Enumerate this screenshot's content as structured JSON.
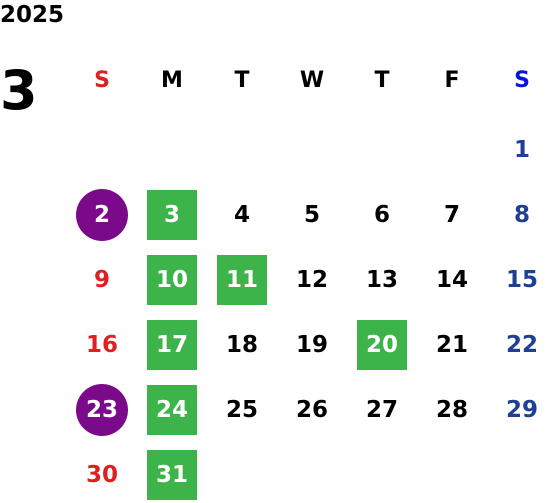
{
  "calendar": {
    "year": "2025",
    "month": "3",
    "weekdays": [
      "S",
      "M",
      "T",
      "W",
      "T",
      "F",
      "S"
    ],
    "colors": {
      "sunday_text": "#e02020",
      "saturday_text": "#1f3f93",
      "weekday_text": "#000000",
      "highlight_green": "#3cb44a",
      "highlight_purple": "#7b0a8a",
      "highlight_text": "#ffffff"
    },
    "weeks": [
      [
        null,
        null,
        null,
        null,
        null,
        null,
        {
          "day": "1",
          "mark": "none"
        }
      ],
      [
        {
          "day": "2",
          "mark": "circle"
        },
        {
          "day": "3",
          "mark": "square"
        },
        {
          "day": "4",
          "mark": "none"
        },
        {
          "day": "5",
          "mark": "none"
        },
        {
          "day": "6",
          "mark": "none"
        },
        {
          "day": "7",
          "mark": "none"
        },
        {
          "day": "8",
          "mark": "none"
        }
      ],
      [
        {
          "day": "9",
          "mark": "none"
        },
        {
          "day": "10",
          "mark": "square"
        },
        {
          "day": "11",
          "mark": "square"
        },
        {
          "day": "12",
          "mark": "none"
        },
        {
          "day": "13",
          "mark": "none"
        },
        {
          "day": "14",
          "mark": "none"
        },
        {
          "day": "15",
          "mark": "none"
        }
      ],
      [
        {
          "day": "16",
          "mark": "none"
        },
        {
          "day": "17",
          "mark": "square"
        },
        {
          "day": "18",
          "mark": "none"
        },
        {
          "day": "19",
          "mark": "none"
        },
        {
          "day": "20",
          "mark": "square"
        },
        {
          "day": "21",
          "mark": "none"
        },
        {
          "day": "22",
          "mark": "none"
        }
      ],
      [
        {
          "day": "23",
          "mark": "circle"
        },
        {
          "day": "24",
          "mark": "square"
        },
        {
          "day": "25",
          "mark": "none"
        },
        {
          "day": "26",
          "mark": "none"
        },
        {
          "day": "27",
          "mark": "none"
        },
        {
          "day": "28",
          "mark": "none"
        },
        {
          "day": "29",
          "mark": "none"
        }
      ],
      [
        {
          "day": "30",
          "mark": "none"
        },
        {
          "day": "31",
          "mark": "square"
        },
        null,
        null,
        null,
        null,
        null
      ]
    ]
  }
}
